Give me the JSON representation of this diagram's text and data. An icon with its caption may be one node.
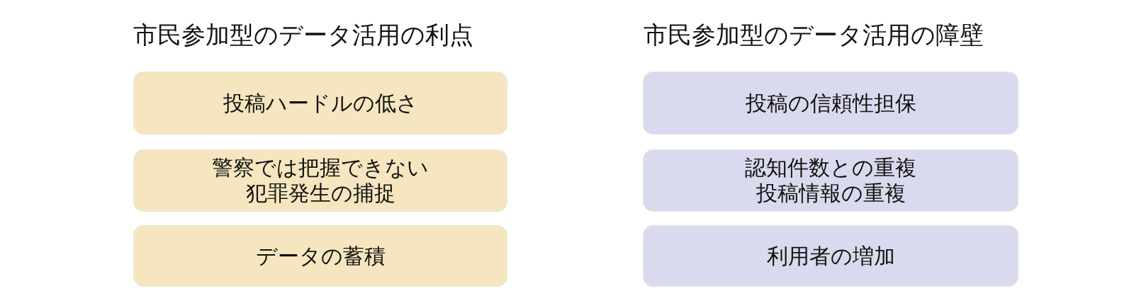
{
  "diagram": {
    "nodes": [
      {
        "text": [
          "投稿ハードルの低さ"
        ]
      },
      {
        "text": [
          "警察では把握できない犯罪発生の捕捉"
        ]
      },
      {
        "text": [
          "データの蓄積"
        ]
      },
      {
        "text": [
          "投稿の信頼性担保"
        ]
      },
      {
        "text": [
          "認知件数との重複投稿情報の重複"
        ]
      },
      {
        "text": [
          "利用者の増加"
        ]
      }
    ],
    "labels": [
      "市民参加型のデータ活用の利点",
      "市民参加型のデータ活用の障壁"
    ]
  }
}
